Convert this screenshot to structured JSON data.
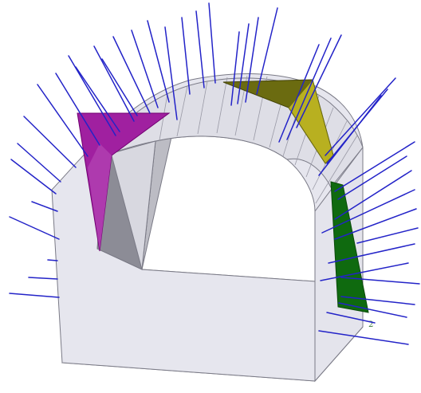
{
  "diagram": {
    "kind": "3d-tunnel-rock-bolt-wedges",
    "labels": [
      {
        "id": "wedge-label-2",
        "text": "2"
      }
    ],
    "colors": {
      "background": "#ffffff",
      "bolt": "#2323c8",
      "tunnel_face": "#e0e0e8",
      "tunnel_floor": "#dcdcdc",
      "tunnel_edge": "#7a7a86",
      "wedge_left": "#a020a0",
      "wedge_top": "#6b6b10",
      "wedge_right": "#0f6a0f",
      "label": "#3a7a3a"
    },
    "elements": {
      "tunnel": "tunnel",
      "wedges": [
        "wedge-left",
        "wedge-top",
        "wedge-right"
      ],
      "bolt_group": "rock-bolts"
    }
  }
}
